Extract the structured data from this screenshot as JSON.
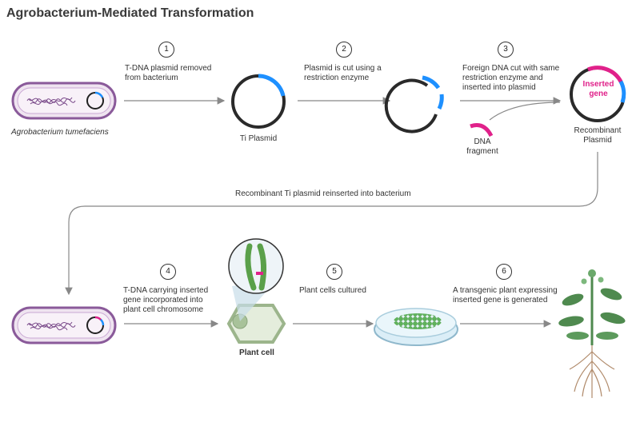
{
  "title": "Agrobacterium-Mediated Transformation",
  "steps": [
    {
      "number": "1",
      "text": "T-DNA plasmid removed from bacterium"
    },
    {
      "number": "2",
      "text": "Plasmid is cut using a restriction enzyme"
    },
    {
      "number": "3",
      "text": "Foreign DNA cut with same restriction enzyme and inserted into plasmid"
    },
    {
      "number": "4",
      "text": "T-DNA carrying  inserted gene  incorporated into plant cell chromosome"
    },
    {
      "number": "5",
      "text": "Plant cells cultured"
    },
    {
      "number": "6",
      "text": "A transgenic plant expressing inserted gene is generated"
    }
  ],
  "labels": {
    "bacterium": "Agrobacterium tumefaciens",
    "ti_plasmid": "Ti Plasmid",
    "dna_fragment": "DNA fragment",
    "recombinant_plasmid": "Recombinant Plasmid",
    "inserted_gene": "Inserted gene",
    "reinsert": "Recombinant Ti plasmid  reinserted into  bacterium",
    "plant_cell": "Plant cell"
  },
  "colors": {
    "bacterium_fill": "#efe4f0",
    "bacterium_border": "#8a5a9a",
    "plasmid_ring": "#222222",
    "insert_blue": "#1e90ff",
    "insert_magenta": "#e0218a",
    "arrow": "#888888",
    "leaf_green": "#4f8a4f",
    "chromosome_green": "#5aa04a",
    "root_brown": "#b08a6a"
  }
}
